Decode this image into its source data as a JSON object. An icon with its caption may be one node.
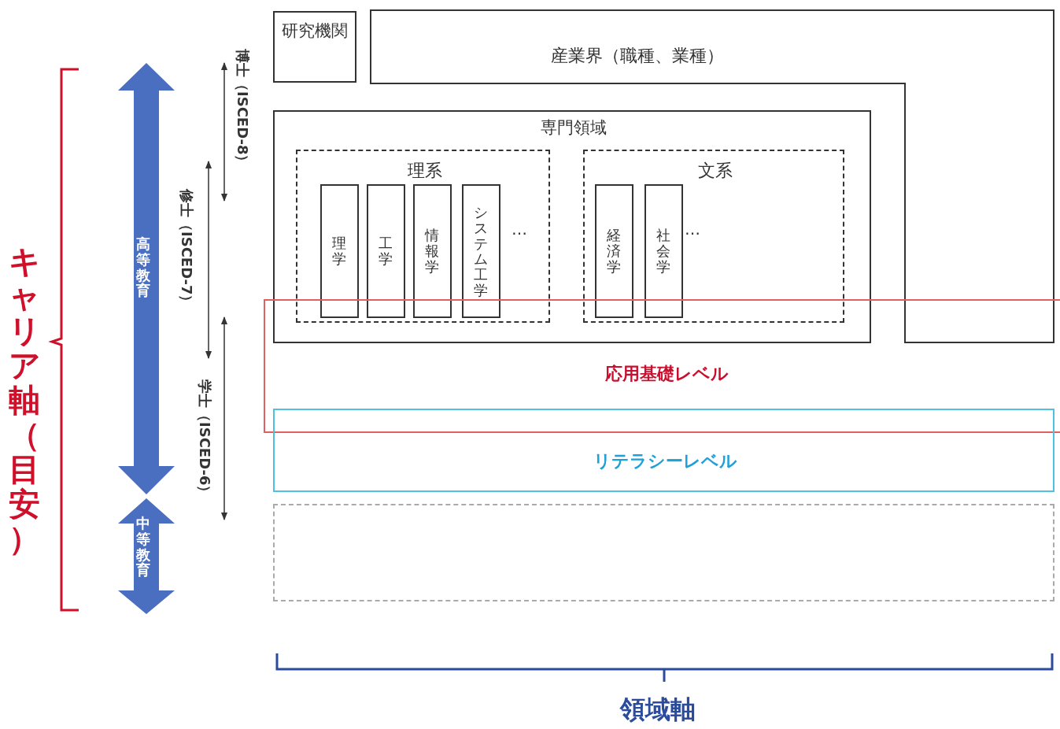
{
  "diagram": {
    "nodes": [
      {
        "text": [
          "研究機関"
        ]
      },
      {
        "text": [
          "産業界（職種、業種）"
        ]
      },
      {
        "text": [
          "専門領域"
        ]
      },
      {
        "text": [
          "理系"
        ],
        "in": 2
      },
      {
        "text": [
          "理学"
        ],
        "in": 3
      },
      {
        "text": [
          "工学"
        ],
        "in": 3
      },
      {
        "text": [
          "情報学"
        ],
        "in": 3
      },
      {
        "text": [
          "システム工学"
        ],
        "in": 3
      },
      {
        "text": [
          "文系"
        ],
        "in": 2
      },
      {
        "text": [
          "経済学"
        ],
        "in": 8
      },
      {
        "text": [
          "社会学"
        ],
        "in": 8
      },
      {
        "text": [
          "応用基礎レベル"
        ]
      },
      {
        "text": [
          "リテラシーレベル"
        ]
      },
      {
        "text": [],
        "shape": "box"
      }
    ],
    "edges": [],
    "labels": [
      "キャリア軸（目安）",
      "高等教育",
      "中等教育",
      "博士（ISCED-8）",
      "修士（ISCED-7）",
      "学士（ISCED-6）",
      "…",
      "…",
      "領域軸"
    ]
  }
}
